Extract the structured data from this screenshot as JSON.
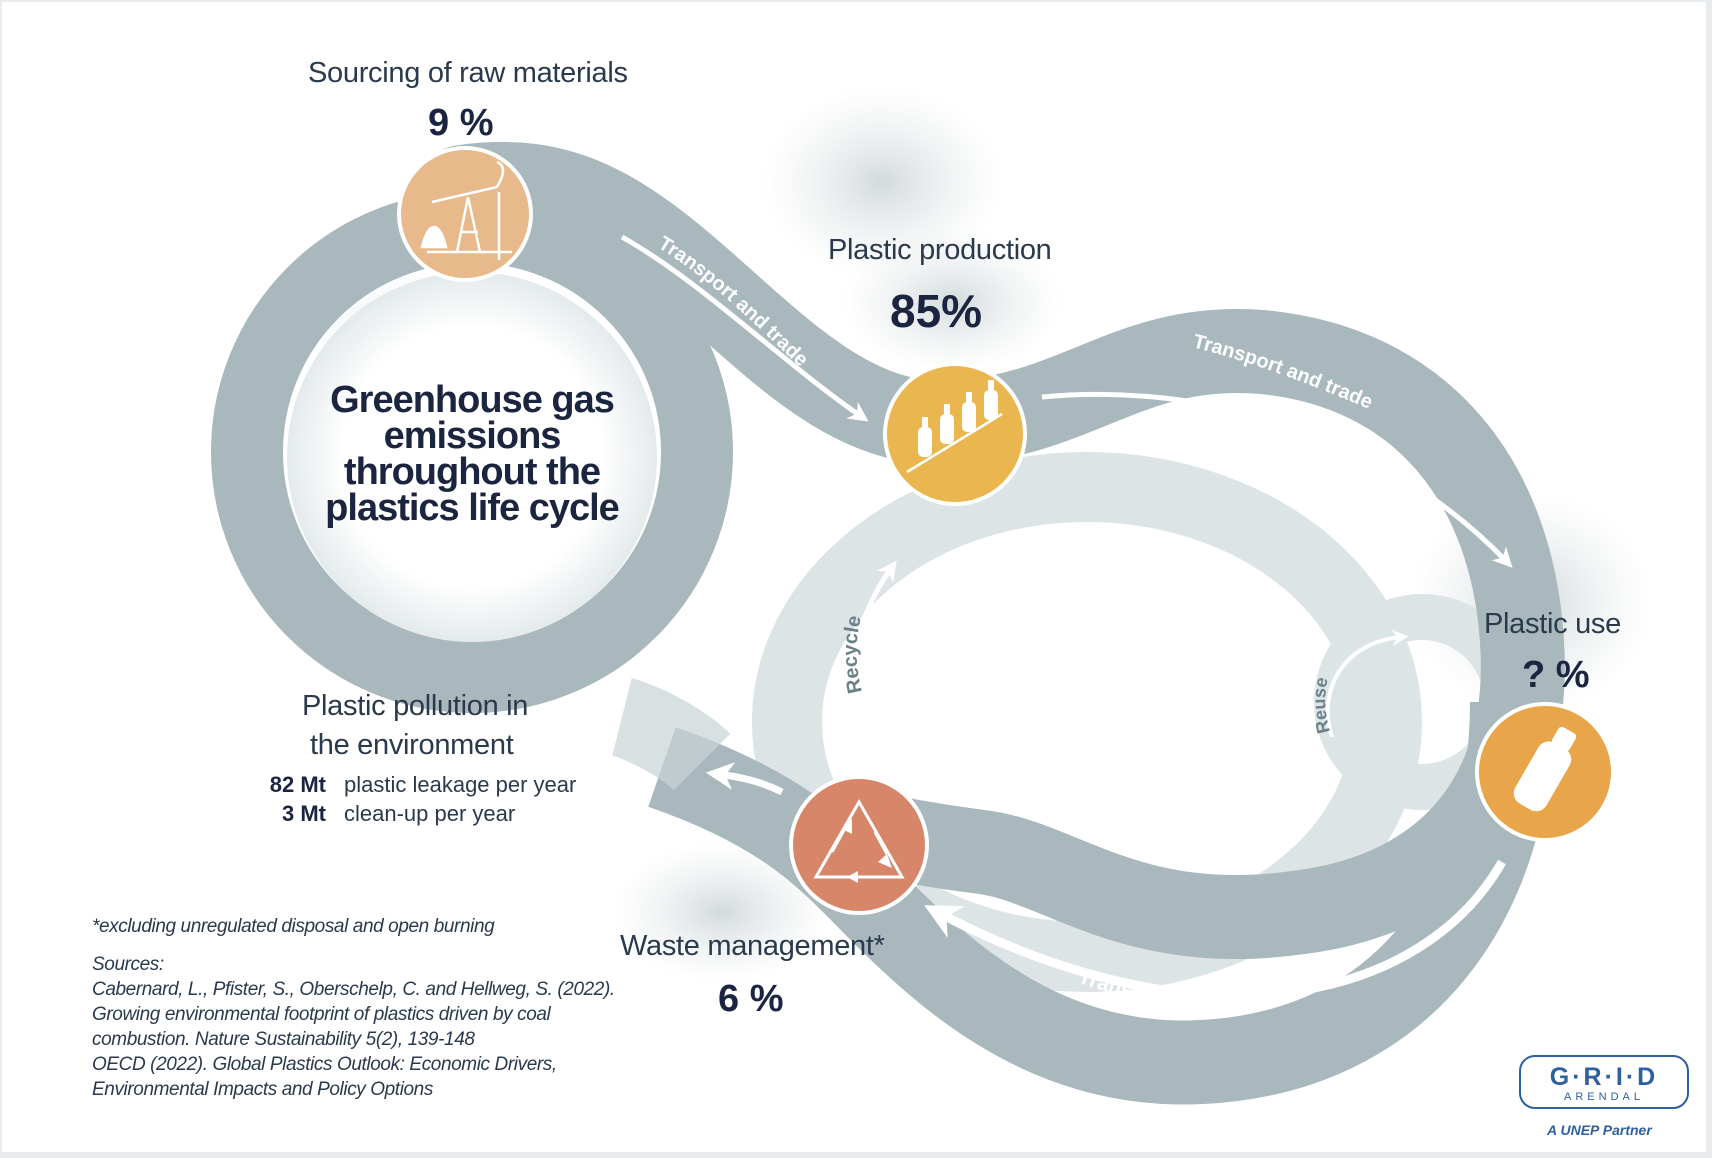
{
  "title": "Greenhouse gas emissions throughout the plastics life cycle",
  "stages": {
    "sourcing": {
      "name": "Sourcing of raw materials",
      "pct": "9 %",
      "icon": "oil-pump-icon"
    },
    "production": {
      "name": "Plastic production",
      "pct": "85%",
      "icon": "bottles-icon"
    },
    "use": {
      "name": "Plastic use",
      "pct": "? %",
      "icon": "bottle-icon"
    },
    "waste": {
      "name": "Waste management*",
      "pct": "6 %",
      "icon": "recycle-icon"
    }
  },
  "flows": {
    "transport": "Transport and trade",
    "recycle": "Recycle",
    "reuse": "Reuse"
  },
  "pollution": {
    "title_line1": "Plastic pollution in",
    "title_line2": "the environment",
    "rows": [
      {
        "value": "82 Mt",
        "label": "plastic leakage per year"
      },
      {
        "value": "3 Mt",
        "label": "clean-up per year"
      }
    ]
  },
  "footnote": "*excluding unregulated disposal and open burning",
  "sources": {
    "heading": "Sources:",
    "lines": [
      "Cabernard, L., Pfister, S., Oberschelp, C. and Hellweg, S. (2022).",
      "Growing environmental footprint of plastics driven by coal",
      "combustion. Nature Sustainability 5(2), 139-148",
      "OECD (2022). Global Plastics Outlook: Economic Drivers,",
      "Environmental Impacts and Policy Options"
    ]
  },
  "logo": {
    "mark": "G·R·I·D",
    "sub": "ARENDAL",
    "tagline": "A UNEP Partner"
  },
  "colors": {
    "band": "#a9b8bd",
    "band_light": "#d6dee0",
    "sourcing": "#e8b98b",
    "production": "#eab64f",
    "use": "#e8a54a",
    "waste": "#d7866a",
    "text_dark": "#1c2540",
    "brand": "#2e5fa0"
  }
}
